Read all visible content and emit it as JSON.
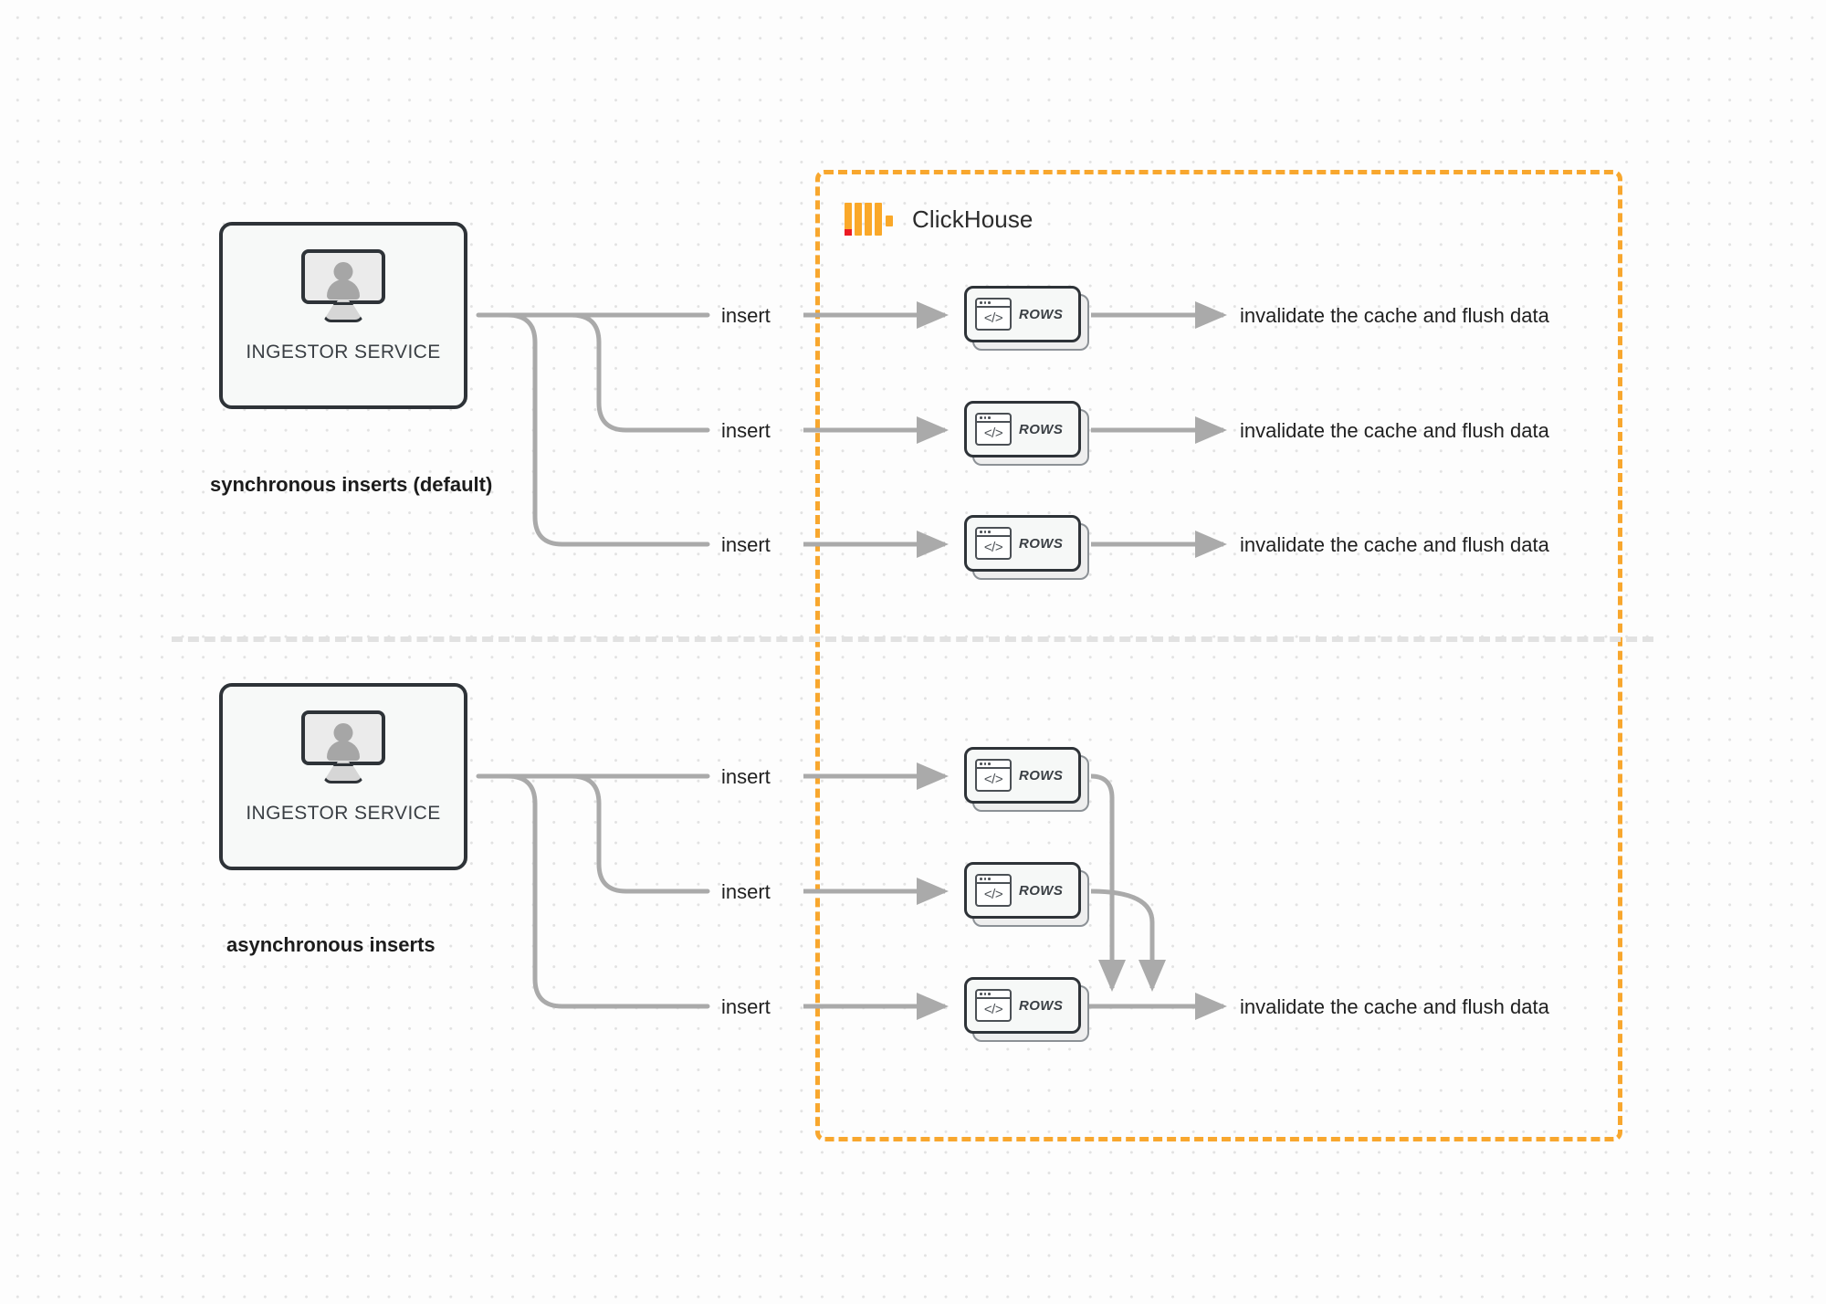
{
  "diagram": {
    "title": "ClickHouse synchronous vs asynchronous inserts",
    "colors": {
      "boundary_orange": "#f8a72e",
      "logo_orange": "#faa829",
      "logo_red": "#ec1b23",
      "wire_gray": "#aaaaaa",
      "node_border": "#2e3338",
      "node_fill": "#f7f9f8",
      "background": "#fdfdfd",
      "divider": "#e2e2e2"
    }
  },
  "clickhouse": {
    "title": "ClickHouse",
    "logo_icon": "clickhouse-logo-icon"
  },
  "sections": [
    {
      "id": "synchronous",
      "caption": "synchronous inserts (default)",
      "ingestor": {
        "label": "INGESTOR SERVICE",
        "icon": "monitor-user-icon"
      },
      "rows": [
        {
          "insert_label": "insert",
          "rows_label": "ROWS",
          "result_label": "invalidate the cache and flush data"
        },
        {
          "insert_label": "insert",
          "rows_label": "ROWS",
          "result_label": "invalidate the cache and flush data"
        },
        {
          "insert_label": "insert",
          "rows_label": "ROWS",
          "result_label": "invalidate the cache and flush data"
        }
      ]
    },
    {
      "id": "asynchronous",
      "caption": "asynchronous inserts",
      "ingestor": {
        "label": "INGESTOR SERVICE",
        "icon": "monitor-user-icon"
      },
      "rows": [
        {
          "insert_label": "insert",
          "rows_label": "ROWS"
        },
        {
          "insert_label": "insert",
          "rows_label": "ROWS"
        },
        {
          "insert_label": "insert",
          "rows_label": "ROWS"
        }
      ],
      "merged_result_label": "invalidate the cache and flush data"
    }
  ]
}
